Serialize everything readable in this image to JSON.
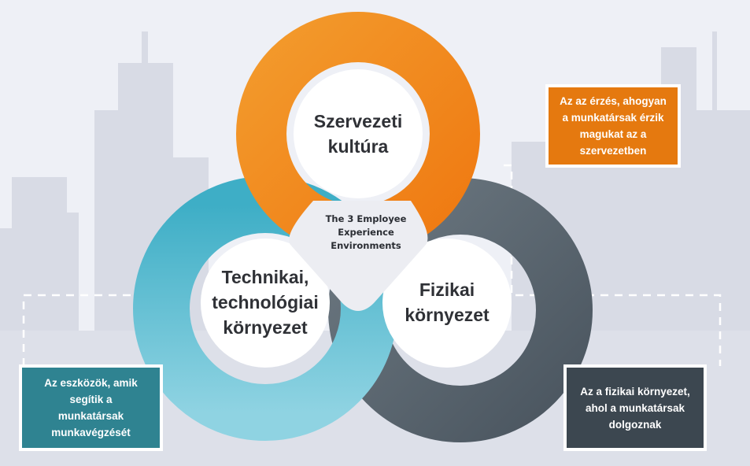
{
  "center": {
    "title": "The 3 Employee\nExperience\nEnvironments"
  },
  "circles": {
    "top": {
      "label": "Szervezeti\nkultúra",
      "color": "#f58a1f"
    },
    "left": {
      "label": "Technikai,\ntechnológiai\nkörnyezet",
      "color": "#45b3c9"
    },
    "right": {
      "label": "Fizikai\nkörnyezet",
      "color": "#5a6670"
    }
  },
  "boxes": {
    "top_right": {
      "text": "Az az érzés, ahogyan\na munkatársak érzik\nmagukat az a\nszervezetben",
      "color": "#e5790f"
    },
    "bottom_left": {
      "text": "Az eszközök, amik\nsegítik  a\nmunkatársak\nmunkavégzését",
      "color": "#2f8391"
    },
    "bottom_right": {
      "text": "Az a fizikai környezet,\nahol a munkatársak\ndolgoznak",
      "color": "#3c4750"
    }
  }
}
